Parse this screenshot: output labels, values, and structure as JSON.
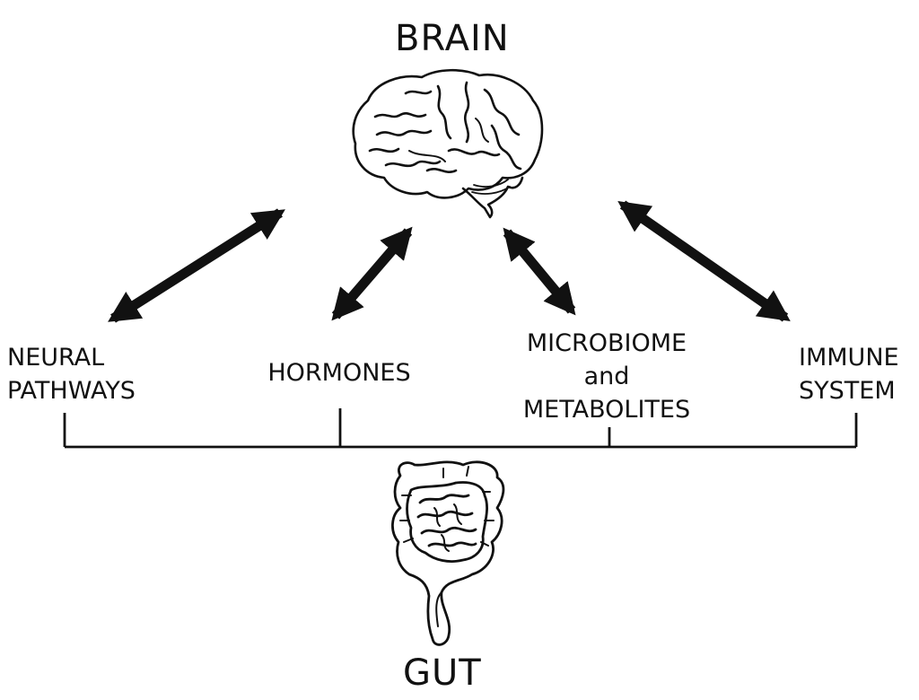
{
  "diagram": {
    "top": "BRAIN",
    "bottom": "GUT",
    "pathways": [
      {
        "lines": [
          "NEURAL",
          "PATHWAYS"
        ]
      },
      {
        "lines": [
          "HORMONES"
        ]
      },
      {
        "lines": [
          "MICROBIOME",
          "and",
          "METABOLITES"
        ]
      },
      {
        "lines": [
          "IMMUNE",
          "SYSTEM"
        ]
      }
    ]
  },
  "icons": {
    "brain": "brain-icon",
    "gut": "intestines-icon"
  },
  "colors": {
    "ink": "#111111",
    "background": "#ffffff"
  }
}
